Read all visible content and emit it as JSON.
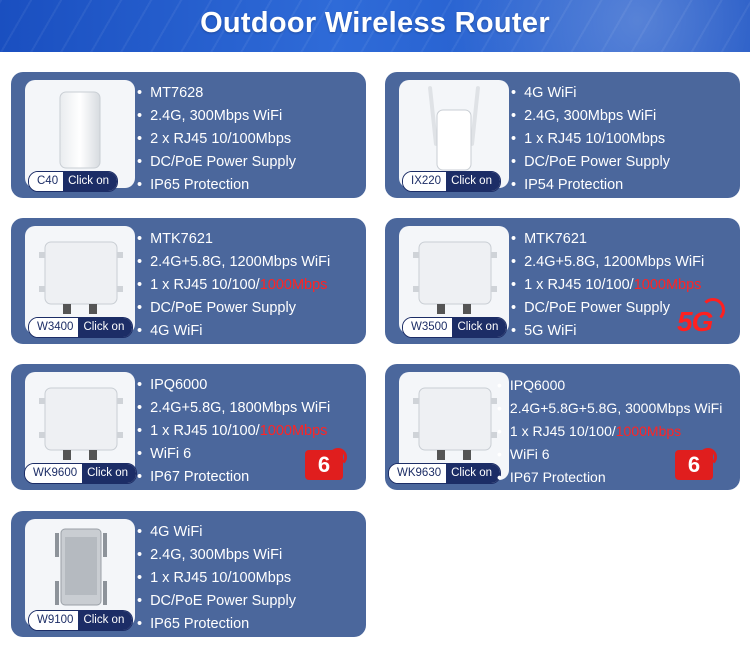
{
  "header": {
    "title": "Outdoor Wireless Router"
  },
  "cards": [
    {
      "model": "C40",
      "click_label": "Click on",
      "specs": [
        "MT7628",
        "2.4G, 300Mbps WiFi",
        "2 x RJ45 10/100Mbps",
        "DC/PoE Power Supply",
        "IP65 Protection"
      ]
    },
    {
      "model": "IX220",
      "click_label": "Click on",
      "specs": [
        "4G WiFi",
        "2.4G, 300Mbps WiFi",
        "1 x RJ45 10/100Mbps",
        "DC/PoE Power Supply",
        "IP54 Protection"
      ]
    },
    {
      "model": "W3400",
      "click_label": "Click on",
      "specs": [
        "MTK7621",
        "2.4G+5.8G, 1200Mbps WiFi",
        "1 x RJ45 10/100/",
        "DC/PoE Power Supply",
        "4G WiFi"
      ],
      "specs_highlight": "1000Mbps"
    },
    {
      "model": "W3500",
      "click_label": "Click on",
      "specs": [
        "MTK7621",
        "2.4G+5.8G, 1200Mbps WiFi",
        "1 x RJ45 10/100/",
        "DC/PoE Power Supply",
        "5G WiFi"
      ],
      "specs_highlight": "1000Mbps",
      "badge": "5G"
    },
    {
      "model": "WK9600",
      "click_label": "Click on",
      "specs": [
        "IPQ6000",
        "2.4G+5.8G, 1800Mbps WiFi",
        "1 x RJ45 10/100/",
        "WiFi 6",
        "IP67 Protection"
      ],
      "specs_highlight": "1000Mbps",
      "badge": "6"
    },
    {
      "model": "WK9630",
      "click_label": "Click on",
      "specs": [
        "IPQ6000",
        "2.4G+5.8G+5.8G, 3000Mbps WiFi",
        "1 x RJ45 10/100/",
        "WiFi 6",
        "IP67 Protection"
      ],
      "specs_highlight": "1000Mbps",
      "badge": "6"
    },
    {
      "model": "W9100",
      "click_label": "Click on",
      "specs": [
        "4G WiFi",
        "2.4G, 300Mbps WiFi",
        "1 x RJ45 10/100Mbps",
        "DC/PoE Power Supply",
        "IP65 Protection"
      ]
    }
  ],
  "colors": {
    "banner": "#2f6bd8",
    "card": "#4b679c",
    "button_dark": "#1c2d66",
    "highlight": "#ff2424"
  }
}
